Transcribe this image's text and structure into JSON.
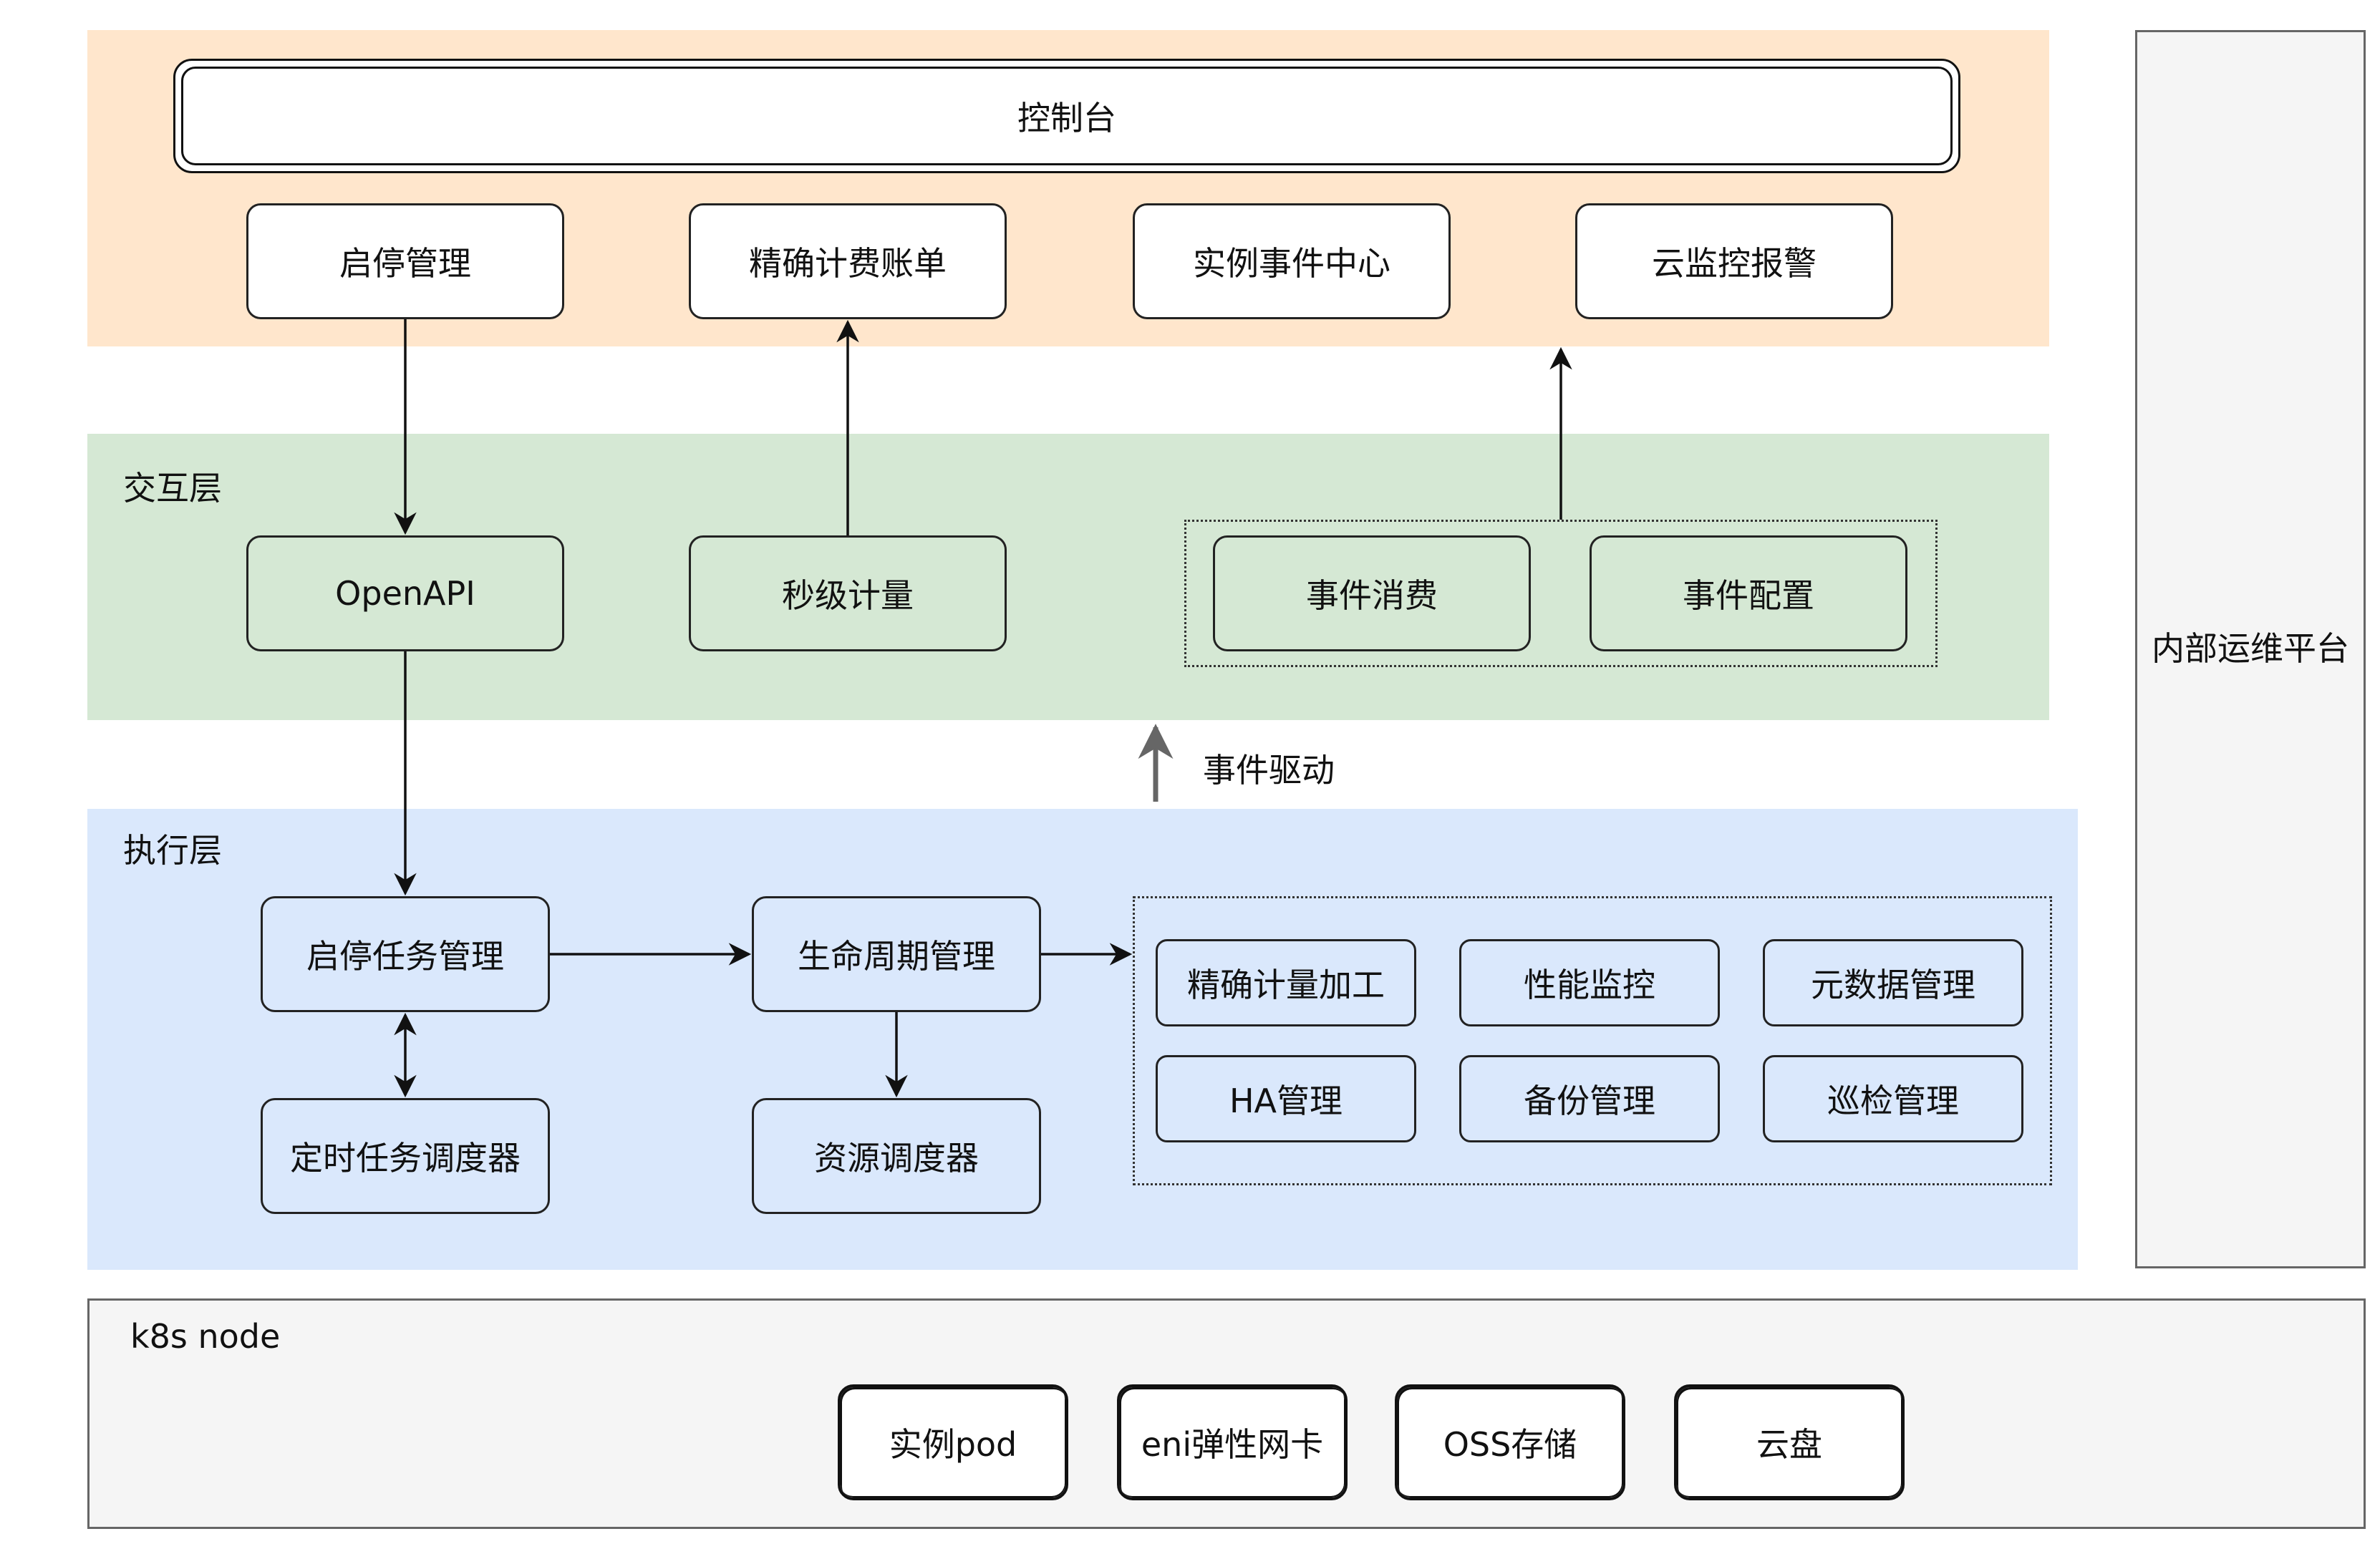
{
  "console": {
    "label": "控制台"
  },
  "top_boxes": [
    "启停管理",
    "精确计费账单",
    "实例事件中心",
    "云监控报警"
  ],
  "interaction_layer": {
    "label": "交互层",
    "boxes": [
      "OpenAPI",
      "秒级计量",
      "事件消费",
      "事件配置"
    ]
  },
  "event_driven_label": "事件驱动",
  "execution_layer": {
    "label": "执行层",
    "boxes": [
      "启停任务管理",
      "生命周期管理",
      "定时任务调度器",
      "资源调度器"
    ],
    "group": [
      "精确计量加工",
      "性能监控",
      "元数据管理",
      "HA管理",
      "备份管理",
      "巡检管理"
    ]
  },
  "ops_platform": {
    "label": "内部运维平台"
  },
  "k8s": {
    "label": "k8s node",
    "boxes": [
      "实例pod",
      "eni弹性网卡",
      "OSS存储",
      "云盘"
    ]
  },
  "colors": {
    "console_band": "#ffe6cc",
    "interaction_band": "#d5e8d4",
    "execution_band": "#dae8fc",
    "k8s_band": "#f5f5f5",
    "ops_band": "#f5f5f5"
  }
}
